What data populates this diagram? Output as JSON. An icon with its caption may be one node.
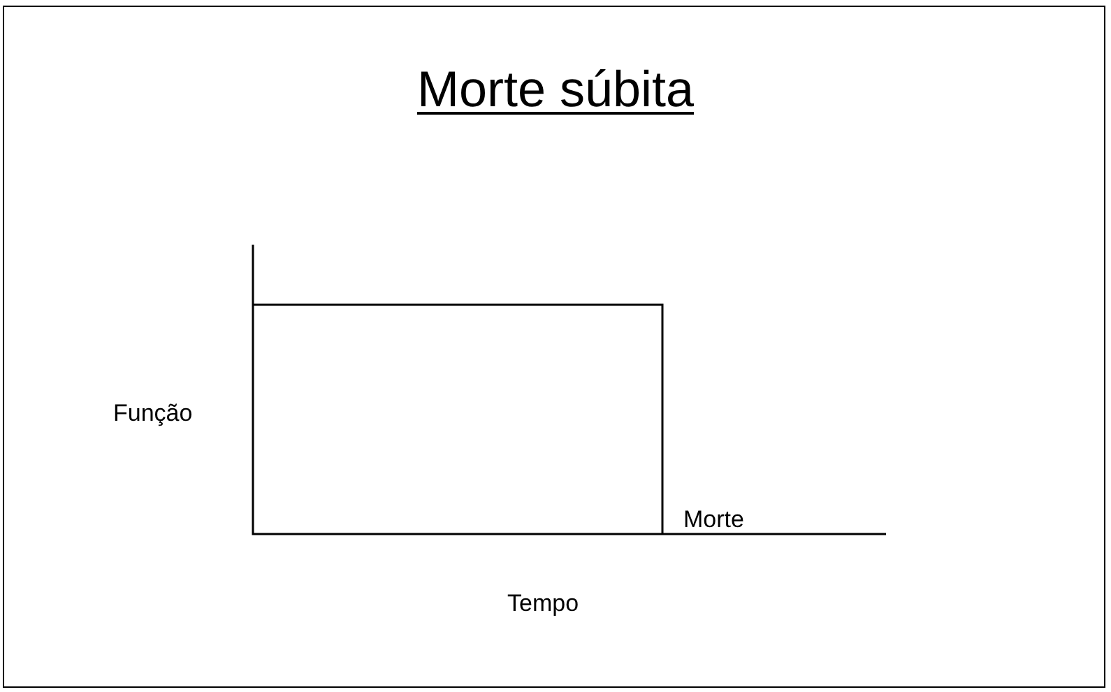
{
  "diagram": {
    "title": "Morte súbita",
    "labels": [
      "Função",
      "Morte",
      "Tempo"
    ]
  }
}
